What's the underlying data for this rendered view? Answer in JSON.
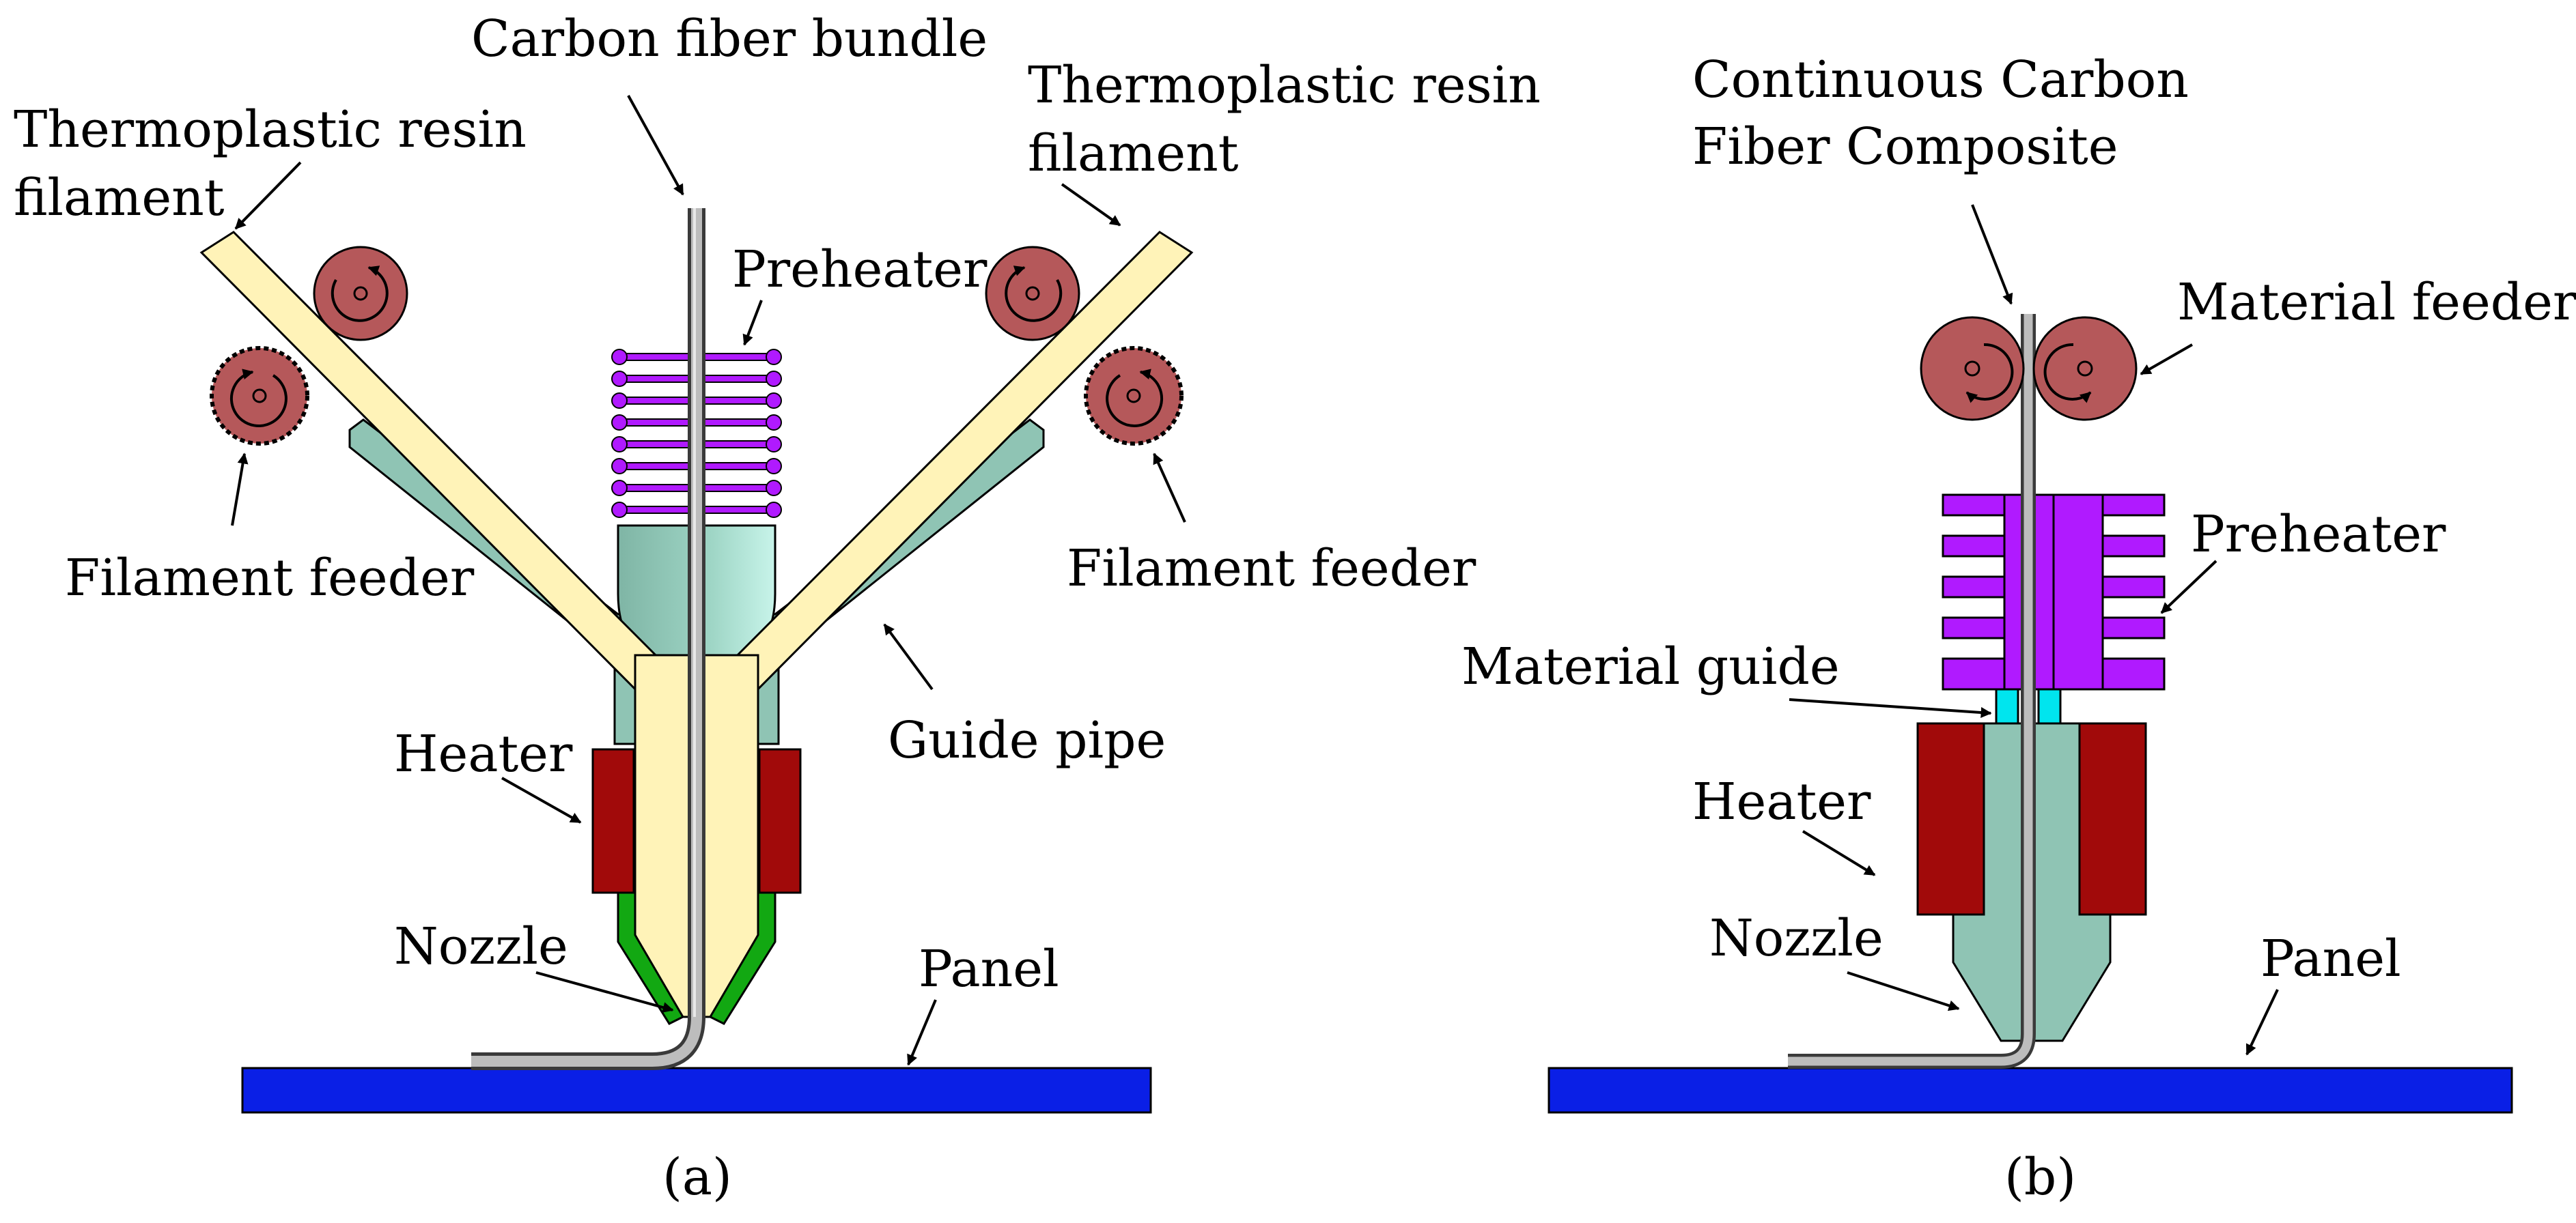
{
  "panel_a": {
    "caption": "(a)",
    "labels": {
      "carbon_fiber_bundle": "Carbon fiber bundle",
      "resin_left_line1": "Thermoplastic resin",
      "resin_left_line2": "filament",
      "resin_right_line1": "Thermoplastic resin",
      "resin_right_line2": "filament",
      "preheater": "Preheater",
      "filament_feeder_left": "Filament feeder",
      "filament_feeder_right": "Filament feeder",
      "guide_pipe": "Guide pipe",
      "heater": "Heater",
      "nozzle": "Nozzle",
      "panel": "Panel"
    }
  },
  "panel_b": {
    "caption": "(b)",
    "labels": {
      "composite_line1": "Continuous Carbon",
      "composite_line2": "Fiber Composite",
      "material_feeder": "Material feeder",
      "preheater": "Preheater",
      "material_guide": "Material guide",
      "heater": "Heater",
      "nozzle": "Nozzle",
      "panel": "Panel"
    }
  },
  "colors": {
    "filament": "#fff3b8",
    "guide_pipe": "#8fc4b4",
    "preheater": "#b01aff",
    "heater": "#a10a0a",
    "nozzle_tip": "#12a812",
    "panel": "#0a1fe6",
    "roller": "#b5585a",
    "fiber": "#8a8a8a",
    "material_guide": "#00e5ee"
  }
}
